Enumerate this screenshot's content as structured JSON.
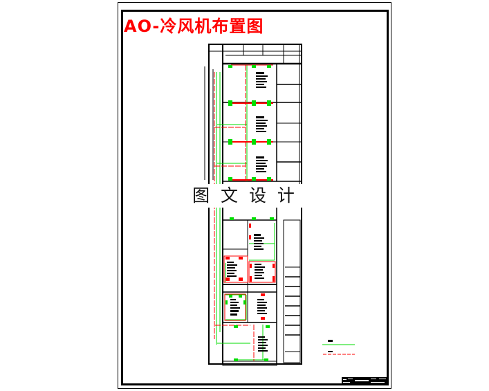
{
  "drawing": {
    "title": "AO-冷风机布置图",
    "watermark": "图 文 设 计",
    "colors": {
      "title": "#ff0000",
      "pipe_supply": "#00dd00",
      "pipe_return": "#ff0000",
      "linework": "#000000"
    },
    "legend": [
      {
        "line_style": "solid",
        "color": "#00dd00"
      },
      {
        "line_style": "dashed",
        "color": "#ff0000"
      }
    ]
  }
}
